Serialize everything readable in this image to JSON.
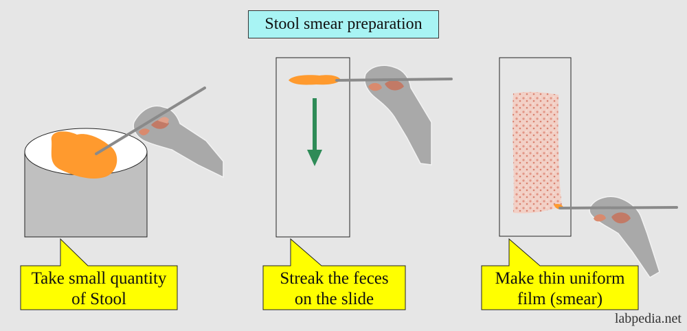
{
  "title": "Stool smear preparation",
  "steps": [
    {
      "line1": "Take small quantity",
      "line2": "of Stool"
    },
    {
      "line1": "Streak the feces",
      "line2": "on the slide"
    },
    {
      "line1": "Make thin uniform",
      "line2": "film (smear)"
    }
  ],
  "watermark": "labpedia.net",
  "colors": {
    "background": "#e6e6e6",
    "title_fill": "#a8f4f4",
    "callout_fill": "#ffff00",
    "stool": "#ff9a2e",
    "arrow": "#2e8b57",
    "container": "#c0c0c0",
    "hand": "#a9a9a9",
    "smear": "#e8a090"
  }
}
